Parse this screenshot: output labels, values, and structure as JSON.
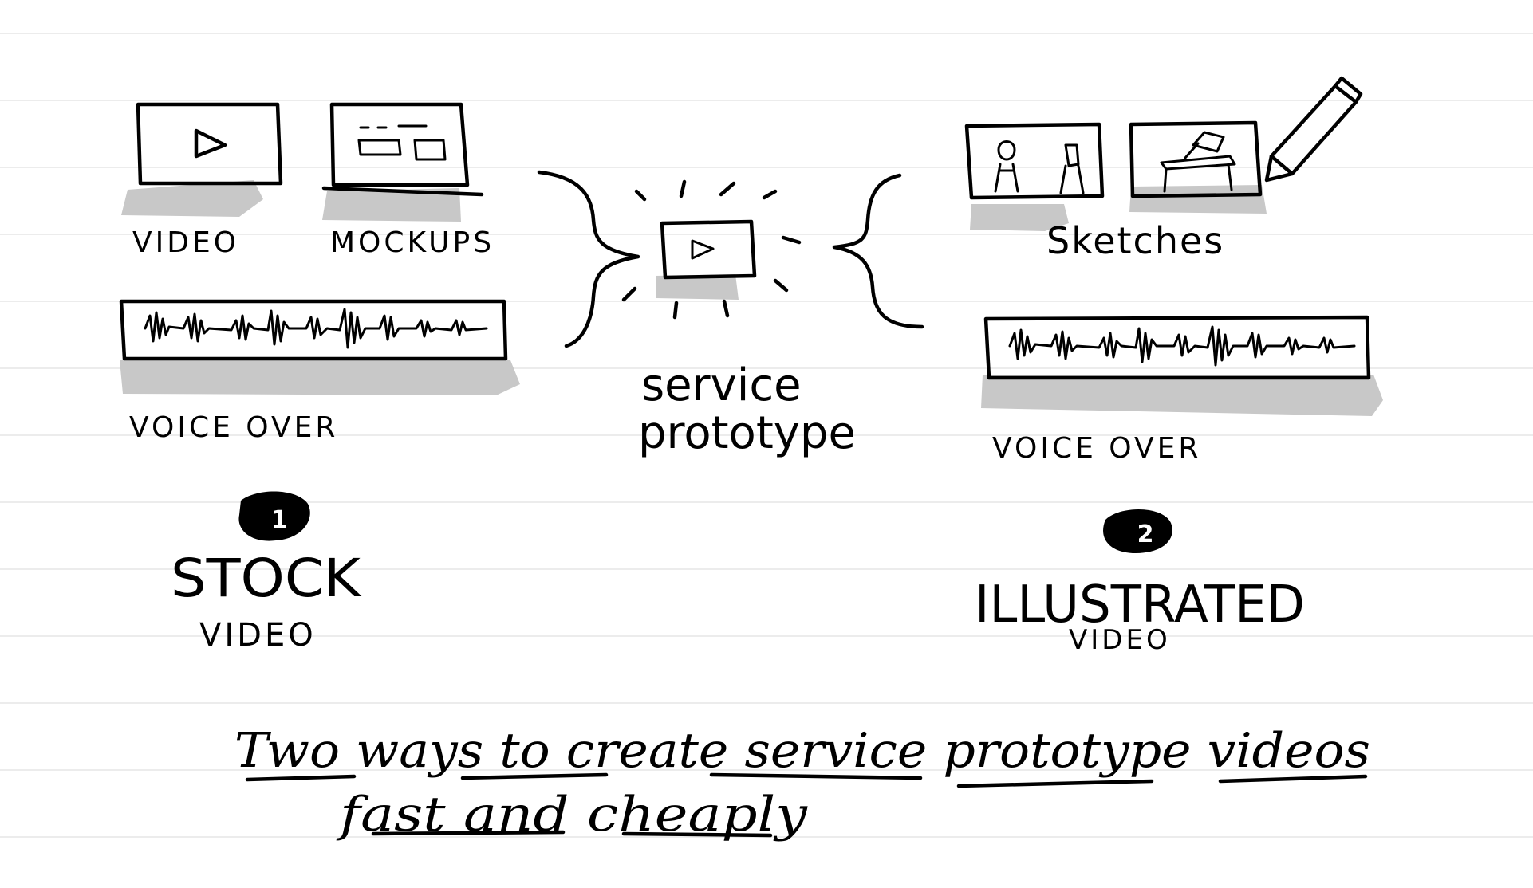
{
  "diagram": {
    "center": {
      "label_line1": "service",
      "label_line2": "prototype"
    },
    "left": {
      "item_video": "VIDEO",
      "item_mockups": "MOCKUPS",
      "item_voice_over": "VOICE OVER",
      "number": "1",
      "title": "STOCK",
      "subtitle": "VIDEO"
    },
    "right": {
      "item_sketches": "Sketches",
      "item_voice_over": "VOICE OVER",
      "number": "2",
      "title": "ILLUSTRATED",
      "subtitle": "VIDEO"
    },
    "caption": {
      "line1": "Two ways to create service prototype videos",
      "line2": "fast and cheaply"
    }
  },
  "icons": [
    "play-icon",
    "laptop-icon",
    "waveform-icon",
    "pencil-icon",
    "sketch-people-icon",
    "sketch-desk-icon"
  ],
  "colors": {
    "ink": "#000000",
    "shadow": "#c8c8c8",
    "paper": "#ffffff",
    "ruled_line": "#ececec"
  }
}
